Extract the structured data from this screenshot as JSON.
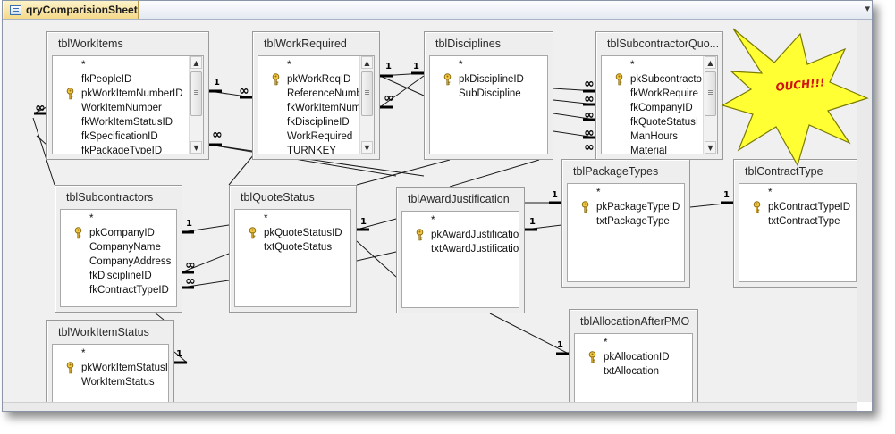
{
  "tab": {
    "title": "qryComparisionSheet",
    "close_glyph": "▾"
  },
  "colors": {
    "tab_bg": "#f5d98a",
    "canvas_bg": "#f0f0f0",
    "burst_fill": "#ffff33",
    "burst_stroke": "#7a7a00",
    "ouch_text": "#d21414"
  },
  "callout": {
    "text": "OUCH!!!"
  },
  "tables": {
    "tblWorkItems": {
      "title": "tblWorkItems",
      "fields": [
        "*",
        "fkPeopleID",
        "pkWorkItemNumberID",
        "WorkItemNumber",
        "fkWorkItemStatusID",
        "fkSpecificationID",
        "fkPackageTypeID"
      ],
      "key_rows": [
        2
      ]
    },
    "tblWorkRequired": {
      "title": "tblWorkRequired",
      "fields": [
        "*",
        "pkWorkReqID",
        "ReferenceNumb",
        "fkWorkItemNum",
        "fkDisciplineID",
        "WorkRequired",
        "TURNKEY"
      ],
      "key_rows": [
        1
      ]
    },
    "tblDisciplines": {
      "title": "tblDisciplines",
      "fields": [
        "*",
        "pkDisciplineID",
        "SubDiscipline"
      ],
      "key_rows": [
        1
      ]
    },
    "tblSubcontractorQuo": {
      "title": "tblSubcontractorQuo...",
      "fields": [
        "*",
        "pkSubcontracto",
        "fkWorkRequire",
        "fkCompanyID",
        "fkQuoteStatusI",
        "ManHours",
        "Material"
      ],
      "key_rows": [
        1
      ]
    },
    "tblSubcontractors": {
      "title": "tblSubcontractors",
      "fields": [
        "*",
        "pkCompanyID",
        "CompanyName",
        "CompanyAddress",
        "fkDisciplineID",
        "fkContractTypeID"
      ],
      "key_rows": [
        1
      ]
    },
    "tblQuoteStatus": {
      "title": "tblQuoteStatus",
      "fields": [
        "*",
        "pkQuoteStatusID",
        "txtQuoteStatus"
      ],
      "key_rows": [
        1
      ]
    },
    "tblAwardJustification": {
      "title": "tblAwardJustification",
      "fields": [
        "*",
        "pkAwardJustificatio",
        "txtAwardJustificatio"
      ],
      "key_rows": [
        1
      ]
    },
    "tblPackageTypes": {
      "title": "tblPackageTypes",
      "fields": [
        "*",
        "pkPackageTypeID",
        "txtPackageType"
      ],
      "key_rows": [
        1
      ]
    },
    "tblContractType": {
      "title": "tblContractType",
      "fields": [
        "*",
        "pkContractTypeID",
        "txtContractType"
      ],
      "key_rows": [
        1
      ]
    },
    "tblWorkItemStatus": {
      "title": "tblWorkItemStatus",
      "fields": [
        "*",
        "pkWorkItemStatusI",
        "WorkItemStatus"
      ],
      "key_rows": [
        1
      ]
    },
    "tblAllocationAfterPMO": {
      "title": "tblAllocationAfterPMO",
      "fields": [
        "*",
        "pkAllocationID",
        "txtAllocation"
      ],
      "key_rows": [
        1
      ]
    }
  },
  "relationship_labels": {
    "one": "1",
    "many": "∞"
  }
}
